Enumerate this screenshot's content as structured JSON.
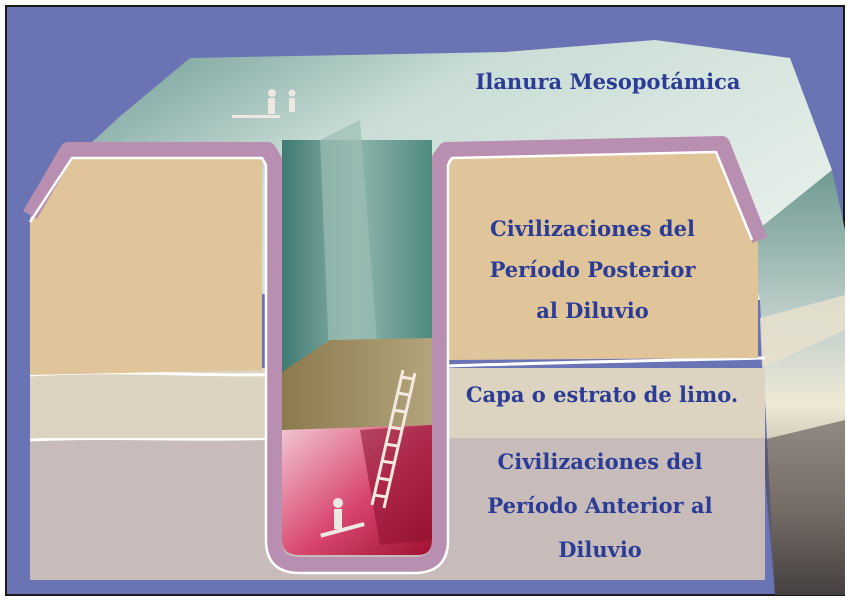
{
  "colors": {
    "background": "#6a74b4",
    "frame": "#1a1a1a",
    "label_text": "#2b3c96",
    "plain_surface": "#b9d2c9",
    "post_flood_soil": "#e0c49a",
    "silt_layer": "#dcd3c0",
    "pre_flood_soil": "#c8bcba",
    "excavation_wall": "#b98fb1",
    "excavation_shaft": "#6f9c93",
    "lower_pit": "#c2174a"
  },
  "labels": {
    "plain": "Ilanura Mesopotámica",
    "post_flood": [
      "Civilizaciones del",
      "Período Posterior",
      "al Diluvio"
    ],
    "silt": "Capa o estrato de limo.",
    "pre_flood": [
      "Civilizaciones del",
      "Período Anterior al",
      "Diluvio"
    ]
  }
}
